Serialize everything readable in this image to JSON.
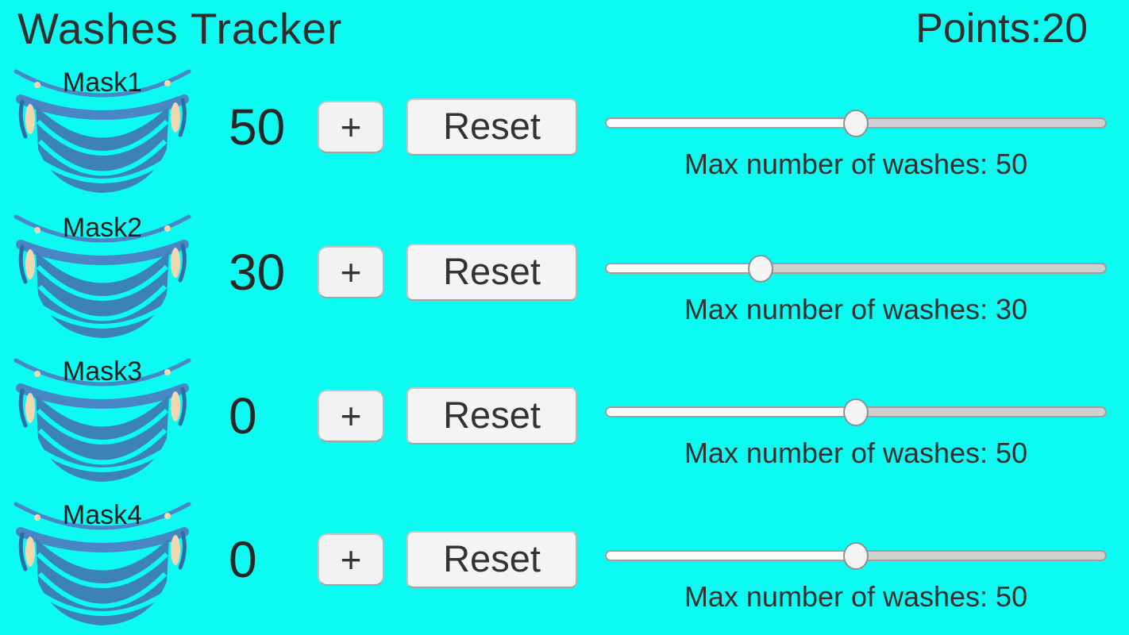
{
  "header": {
    "title": "Washes Tracker",
    "points_label": "Points:",
    "points_value": "20"
  },
  "colors": {
    "background": "#0bfaf2",
    "text": "#2e2e2e",
    "mask_body": "#3d82b6",
    "mask_band": "#4a86c5",
    "mask_ear": "#f2d7b0",
    "mask_strap": "#2e6da3",
    "slider_track": "#d0d0d0",
    "slider_track_border": "#9e9e9e",
    "slider_fill": "#fbfbfb",
    "slider_thumb": "#f5f5f5",
    "slider_thumb_border": "#8f8f8f"
  },
  "rows": [
    {
      "name": "Mask1",
      "count": "50",
      "plus_label": "+",
      "reset_label": "Reset",
      "slider_value": 50,
      "slider_max": 100,
      "max_washes_label": "Max number of washes: 50"
    },
    {
      "name": "Mask2",
      "count": "30",
      "plus_label": "+",
      "reset_label": "Reset",
      "slider_value": 30,
      "slider_max": 100,
      "max_washes_label": "Max number of washes: 30"
    },
    {
      "name": "Mask3",
      "count": "0",
      "plus_label": "+",
      "reset_label": "Reset",
      "slider_value": 50,
      "slider_max": 100,
      "max_washes_label": "Max number of washes: 50"
    },
    {
      "name": "Mask4",
      "count": "0",
      "plus_label": "+",
      "reset_label": "Reset",
      "slider_value": 50,
      "slider_max": 100,
      "max_washes_label": "Max number of washes: 50"
    }
  ]
}
